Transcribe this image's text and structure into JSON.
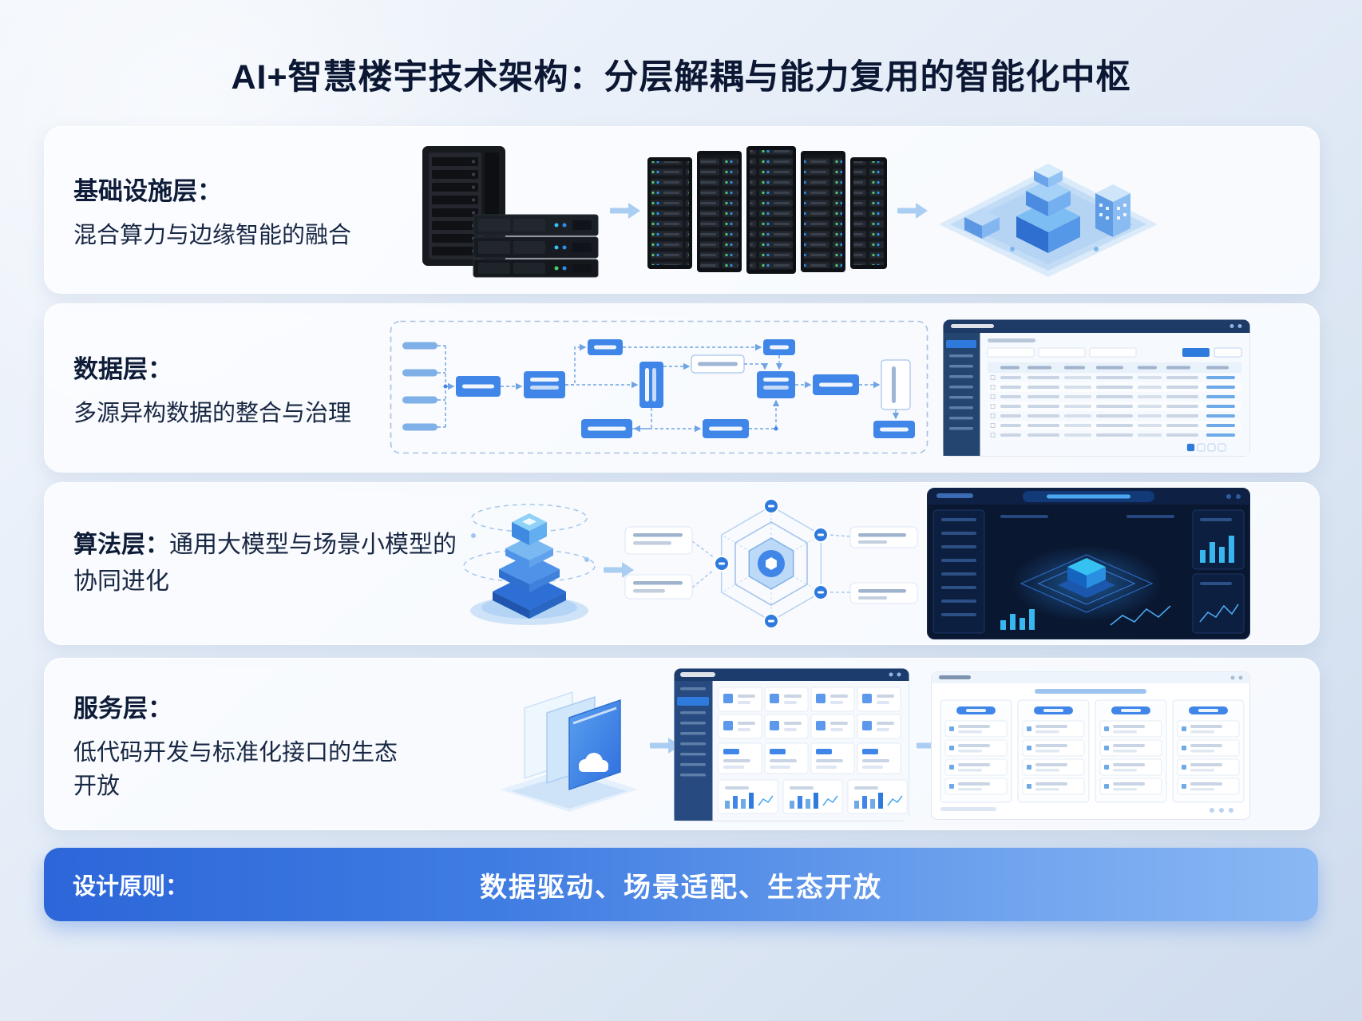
{
  "title": "AI+智慧楼宇技术架构：分层解耦与能力复用的智能化中枢",
  "layers": [
    {
      "id": "infrastructure",
      "name": "基础设施层：",
      "desc": "混合算力与边缘智能的融合"
    },
    {
      "id": "data",
      "name": "数据层：",
      "desc": "多源异构数据的整合与治理"
    },
    {
      "id": "algorithm",
      "name": "算法层：",
      "desc": "通用大模型与场景小模型的协同进化"
    },
    {
      "id": "service",
      "name": "服务层：",
      "desc": "低代码开发与标准化接口的生态开放"
    }
  ],
  "footer": {
    "label": "设计原则：",
    "principles": "数据驱动、场景适配、生态开放"
  },
  "colors": {
    "accent_blue": "#2f7bdd",
    "box_blue": "#3f86e8",
    "arrow_blue": "#aacdf2",
    "dark_navy": "#0b1733",
    "dashboard_dark": "#0a1730",
    "footer_gradient_start": "#2c66d9",
    "footer_gradient_end": "#8ab8f4",
    "card_background": "#fbfdff"
  }
}
